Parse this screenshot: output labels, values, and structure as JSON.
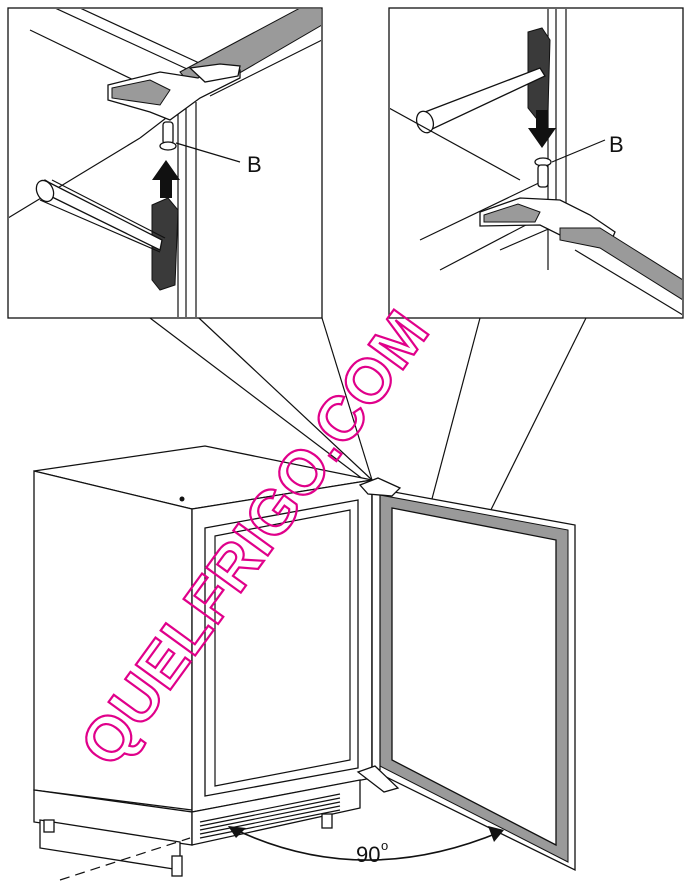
{
  "labels": {
    "detail_left": "B",
    "detail_right": "B",
    "angle": "90",
    "angle_unit": "o"
  },
  "watermark": "QUELFRIGO.COM",
  "colors": {
    "line": "#111111",
    "watermark": "#e0008a",
    "shade": "#9a9a9a"
  }
}
